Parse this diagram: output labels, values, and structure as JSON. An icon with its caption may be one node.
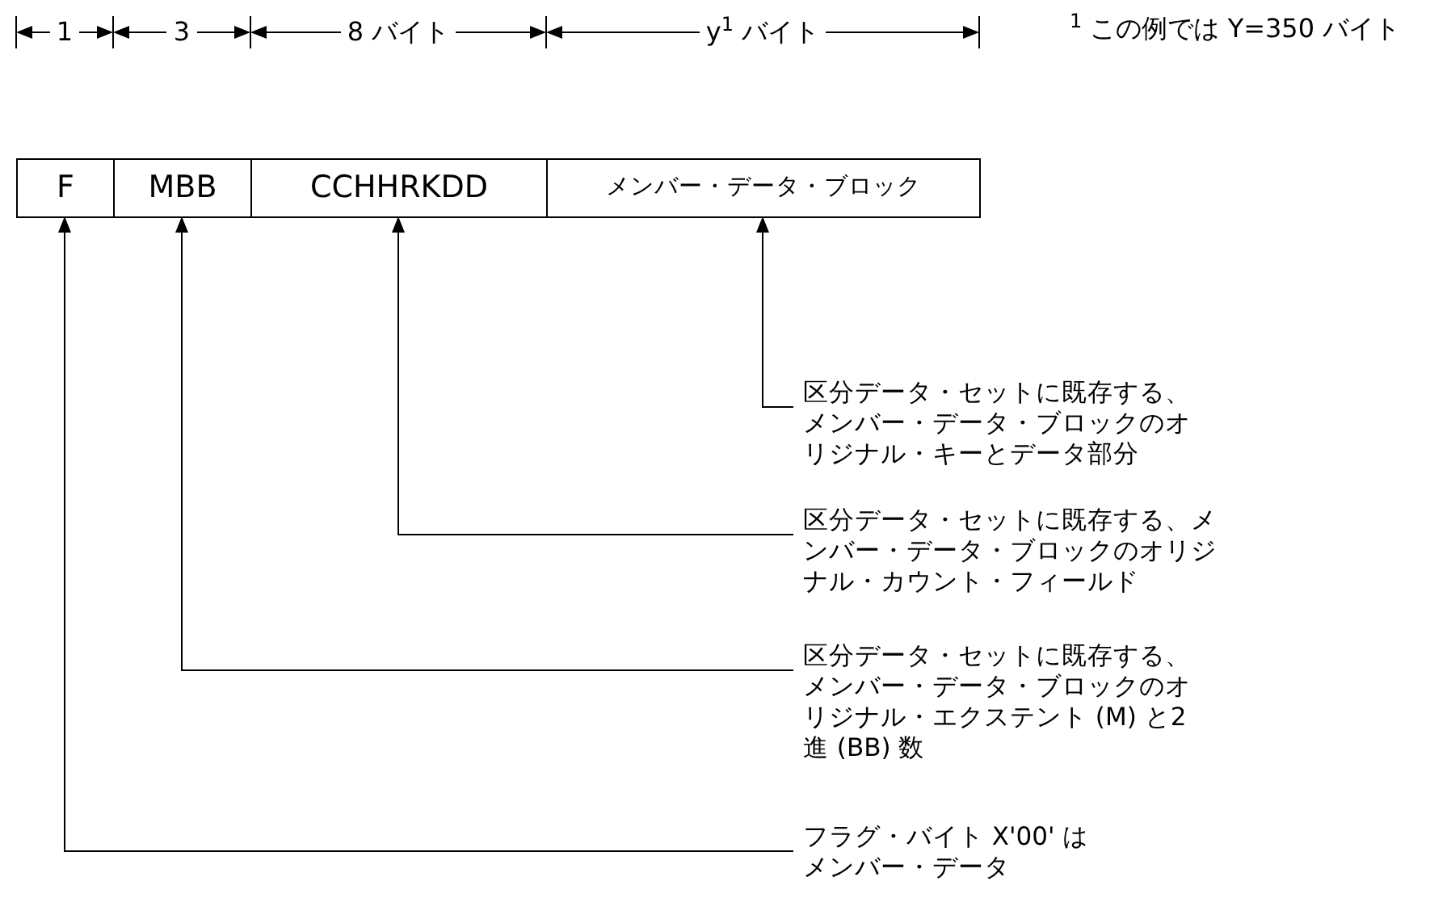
{
  "diagram": {
    "nodes": [
      {
        "text": [
          "F"
        ]
      },
      {
        "text": [
          "MBB"
        ]
      },
      {
        "text": [
          "CCHHRKDD"
        ]
      },
      {
        "text": [
          "メンバー・データ・ブロック"
        ]
      },
      {
        "text": [
          "区分データ・セットに既存する、メンバー・データ・ブロックのオリジナル・キーとデータ部分"
        ]
      },
      {
        "text": [
          "区分データ・セットに既存する、メンバー・データ・ブロックのオリジナル・カウント・フィールド"
        ]
      },
      {
        "text": [
          "区分データ・セットに既存する、メンバー・データ・ブロックのオリジナル・エクステント (M) と2 進 (BB) 数"
        ]
      },
      {
        "text": [
          "フラグ・バイト X'00' はメンバー・データ"
        ]
      }
    ],
    "edges": [
      {
        "from": 4,
        "to": 3,
        "arrow": "to"
      },
      {
        "from": 5,
        "to": 2,
        "arrow": "to"
      },
      {
        "from": 6,
        "to": 1,
        "arrow": "to"
      },
      {
        "from": 7,
        "to": 0,
        "arrow": "to"
      }
    ],
    "labels": [
      "1",
      "3",
      "8 バイト",
      "y$^{1}$ バイト",
      "$^{1}$ この例では Y=350 バイト"
    ]
  }
}
